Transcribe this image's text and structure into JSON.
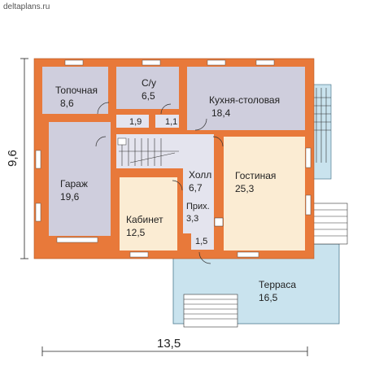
{
  "site": "deltaplans.ru",
  "dimensions": {
    "width": "13,5",
    "height": "9,6"
  },
  "rooms": {
    "boiler": {
      "name": "Топочная",
      "area": "8,6"
    },
    "bath": {
      "name": "С/у",
      "area": "6,5"
    },
    "kitchen": {
      "name": "Кухня-столовая",
      "area": "18,4"
    },
    "closet_a": {
      "area": "1,9"
    },
    "closet_b": {
      "area": "1,1"
    },
    "garage": {
      "name": "Гараж",
      "area": "19,6"
    },
    "hall": {
      "name": "Холл",
      "area": "6,7"
    },
    "living": {
      "name": "Гостиная",
      "area": "25,3"
    },
    "study": {
      "name": "Кабинет",
      "area": "12,5"
    },
    "entry": {
      "name": "Прих.",
      "area": "3,3"
    },
    "closet_c": {
      "area": "1,5"
    },
    "terrace": {
      "name": "Терраса",
      "area": "16,5"
    }
  },
  "colors": {
    "wall": "#e8793a",
    "room_gray": "#cfcedd",
    "room_cream": "#fbecd3",
    "terrace": "#c9e3ee"
  }
}
